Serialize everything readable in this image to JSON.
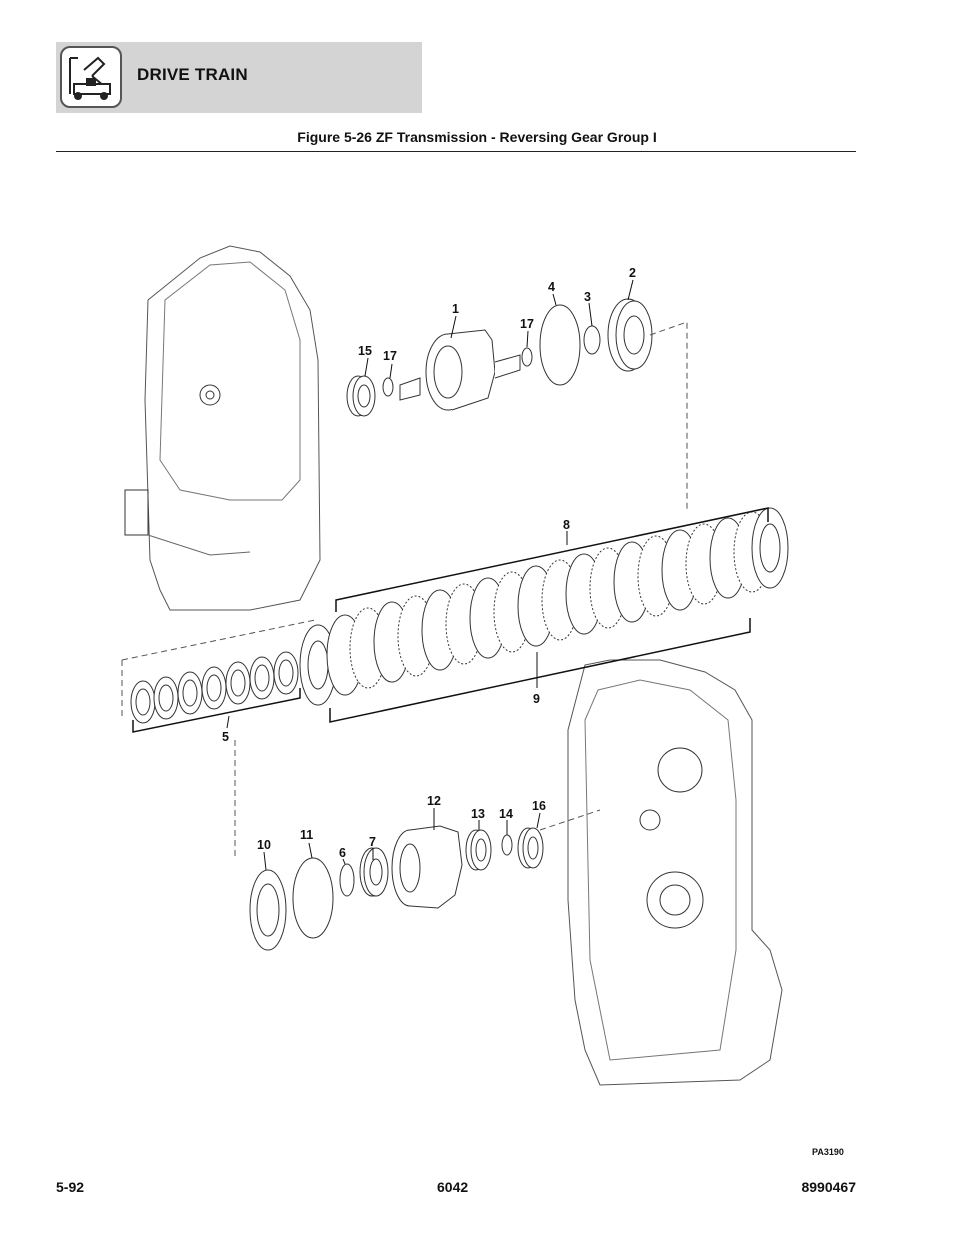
{
  "header": {
    "section_title": "DRIVE TRAIN",
    "icon": "machine-icon"
  },
  "figure": {
    "title": "Figure 5-26 ZF Transmission - Reversing Gear Group I",
    "reference_code": "PA3190",
    "callouts": [
      "1",
      "2",
      "3",
      "4",
      "5",
      "6",
      "7",
      "8",
      "9",
      "10",
      "11",
      "12",
      "13",
      "14",
      "15",
      "16",
      "17",
      "17"
    ]
  },
  "footer": {
    "page_number": "5-92",
    "model": "6042",
    "part_number": "8990467"
  }
}
